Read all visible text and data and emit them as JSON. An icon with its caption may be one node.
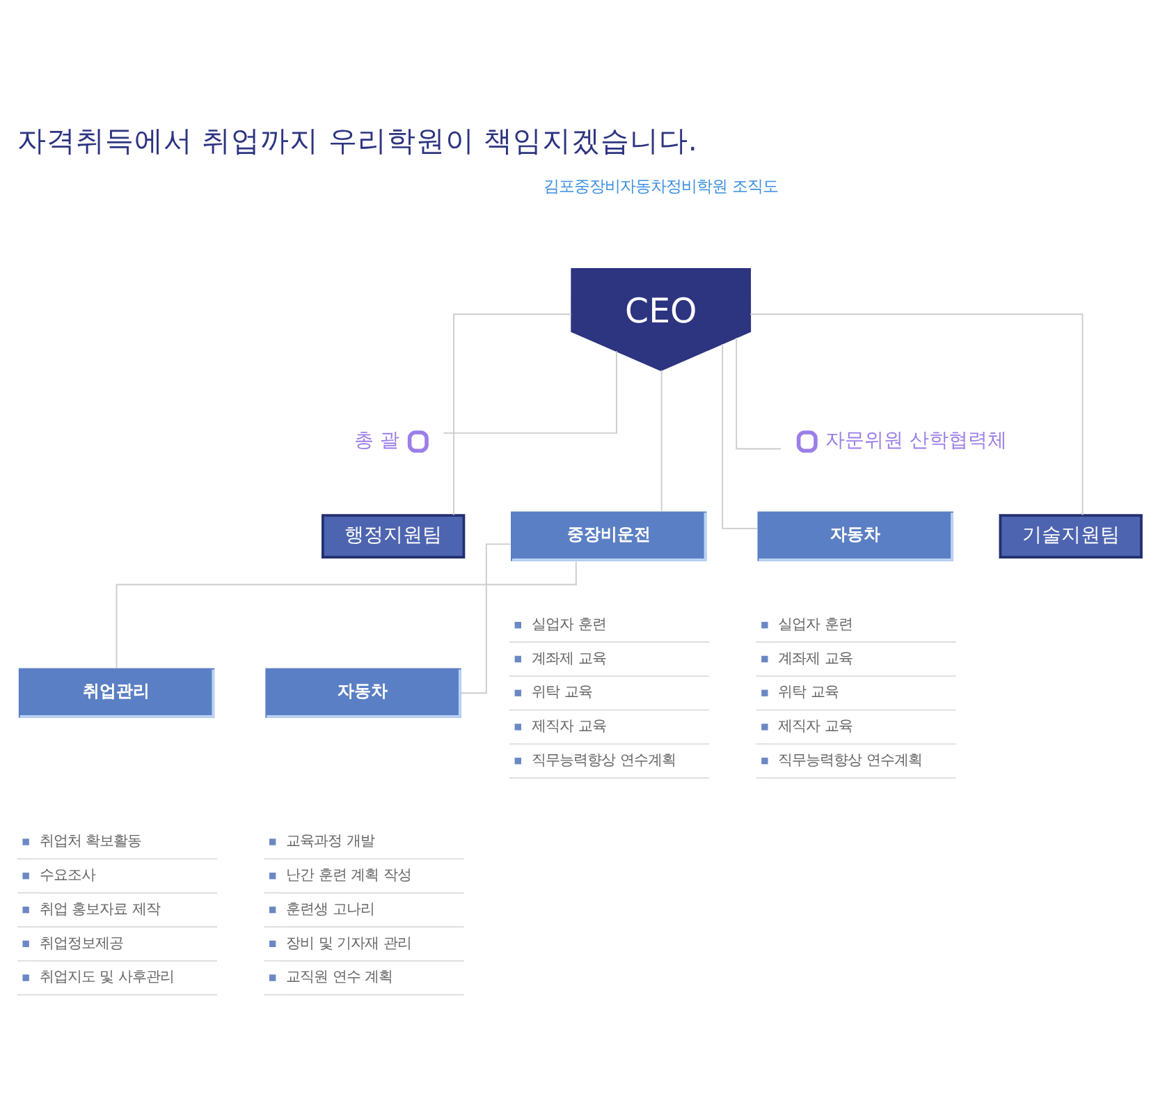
{
  "diagram": {
    "title": "자격취득에서 취업까지 우리학원이 책임지겠습니다.",
    "nodes": [
      {
        "text": [
          "CEO"
        ]
      },
      {
        "text": [
          "총 괄"
        ]
      },
      {
        "text": [
          "자문위원 산학협력체"
        ]
      },
      {
        "text": [
          "행정지원팀"
        ]
      },
      {
        "text": [
          "중장비운전"
        ],
        "beside": [
          "실업자 훈련",
          "계좌제 교육",
          "위탁 교육",
          "제직자 교육",
          "직무능력향상 연수계획"
        ]
      },
      {
        "text": [
          "자동차"
        ],
        "beside": [
          "실업자 훈련",
          "계좌제 교육",
          "위탁 교육",
          "제직자 교육",
          "직무능력향상 연수계획"
        ]
      },
      {
        "text": [
          "기술지원팀"
        ]
      },
      {
        "text": [
          "취업관리"
        ],
        "beside": [
          "취업처 확보활동",
          "수요조사",
          "취업 홍보자료 제작",
          "취업정보제공",
          "취업지도 및 사후관리"
        ]
      },
      {
        "text": [
          "자동차"
        ],
        "beside": [
          "교육과정 개발",
          "난간 훈련 계획 작성",
          "훈련생 고나리",
          "장비 및 기자재 관리",
          "교직원 연수 계획"
        ]
      }
    ],
    "edges": [
      {
        "from": 0,
        "to": 1,
        "arrow": "none"
      },
      {
        "from": 0,
        "to": 2,
        "arrow": "none"
      },
      {
        "from": 0,
        "to": 3,
        "arrow": "none"
      },
      {
        "from": 0,
        "to": 4,
        "arrow": "none"
      },
      {
        "from": 0,
        "to": 5,
        "arrow": "none"
      },
      {
        "from": 0,
        "to": 6,
        "arrow": "none"
      },
      {
        "from": 4,
        "to": 7,
        "arrow": "none"
      },
      {
        "from": 4,
        "to": 8,
        "arrow": "none"
      }
    ],
    "labels": [
      "김포중장비자동차정비학원 조직도"
    ]
  }
}
